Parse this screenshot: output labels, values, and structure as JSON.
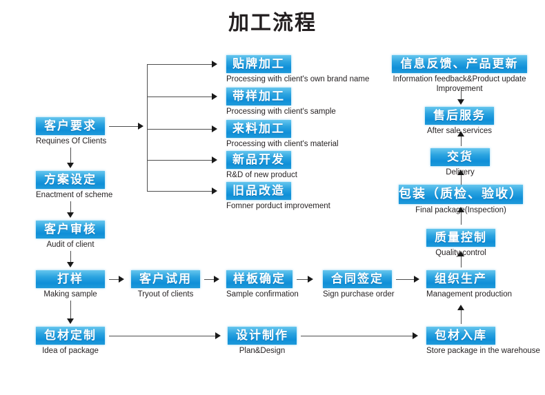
{
  "title": "加工流程",
  "theme": {
    "box_fill_top": "#66c6ee",
    "box_fill_bottom": "#0f8fd8",
    "box_text": "#ffffff",
    "caption_text": "#231f20",
    "connector": "#4d4d4d",
    "background": "#ffffff"
  },
  "nodes": {
    "requirements": {
      "cn": "客户要求",
      "en": "Requines Of Clients"
    },
    "scheme": {
      "cn": "方案设定",
      "en": "Enactment of scheme"
    },
    "audit": {
      "cn": "客户审核",
      "en": "Audit of client"
    },
    "sample": {
      "cn": "打样",
      "en": "Making sample"
    },
    "package_custom": {
      "cn": "包材定制",
      "en": "Idea of package"
    },
    "oem": {
      "cn": "贴牌加工",
      "en": "Processing with client's own brand name"
    },
    "by_sample": {
      "cn": "带样加工",
      "en": "Processing with client's sample"
    },
    "by_material": {
      "cn": "来料加工",
      "en": "Processing with client's material"
    },
    "new_product": {
      "cn": "新品开发",
      "en": "R&D of new product"
    },
    "old_improve": {
      "cn": "旧品改造",
      "en": "Fomner porduct improvement"
    },
    "tryout": {
      "cn": "客户试用",
      "en": "Tryout of clients"
    },
    "sample_confirm": {
      "cn": "样板确定",
      "en": "Sample confirmation"
    },
    "contract": {
      "cn": "合同签定",
      "en": "Sign purchase order"
    },
    "design": {
      "cn": "设计制作",
      "en": "Plan&Design"
    },
    "feedback": {
      "cn": "信息反馈、产品更新",
      "en": "Information feedback&Product update Improvement"
    },
    "after_sale": {
      "cn": "售后服务",
      "en": "After sale services"
    },
    "delivery": {
      "cn": "交货",
      "en": "Delivery"
    },
    "final_package": {
      "cn": "包装（质检、验收）",
      "en": "Final package(Inspection)"
    },
    "quality_control": {
      "cn": "质量控制",
      "en": "Quality control"
    },
    "production": {
      "cn": "组织生产",
      "en": "Management production"
    },
    "store_package": {
      "cn": "包材入库",
      "en": "Store package in the warehouse"
    }
  }
}
